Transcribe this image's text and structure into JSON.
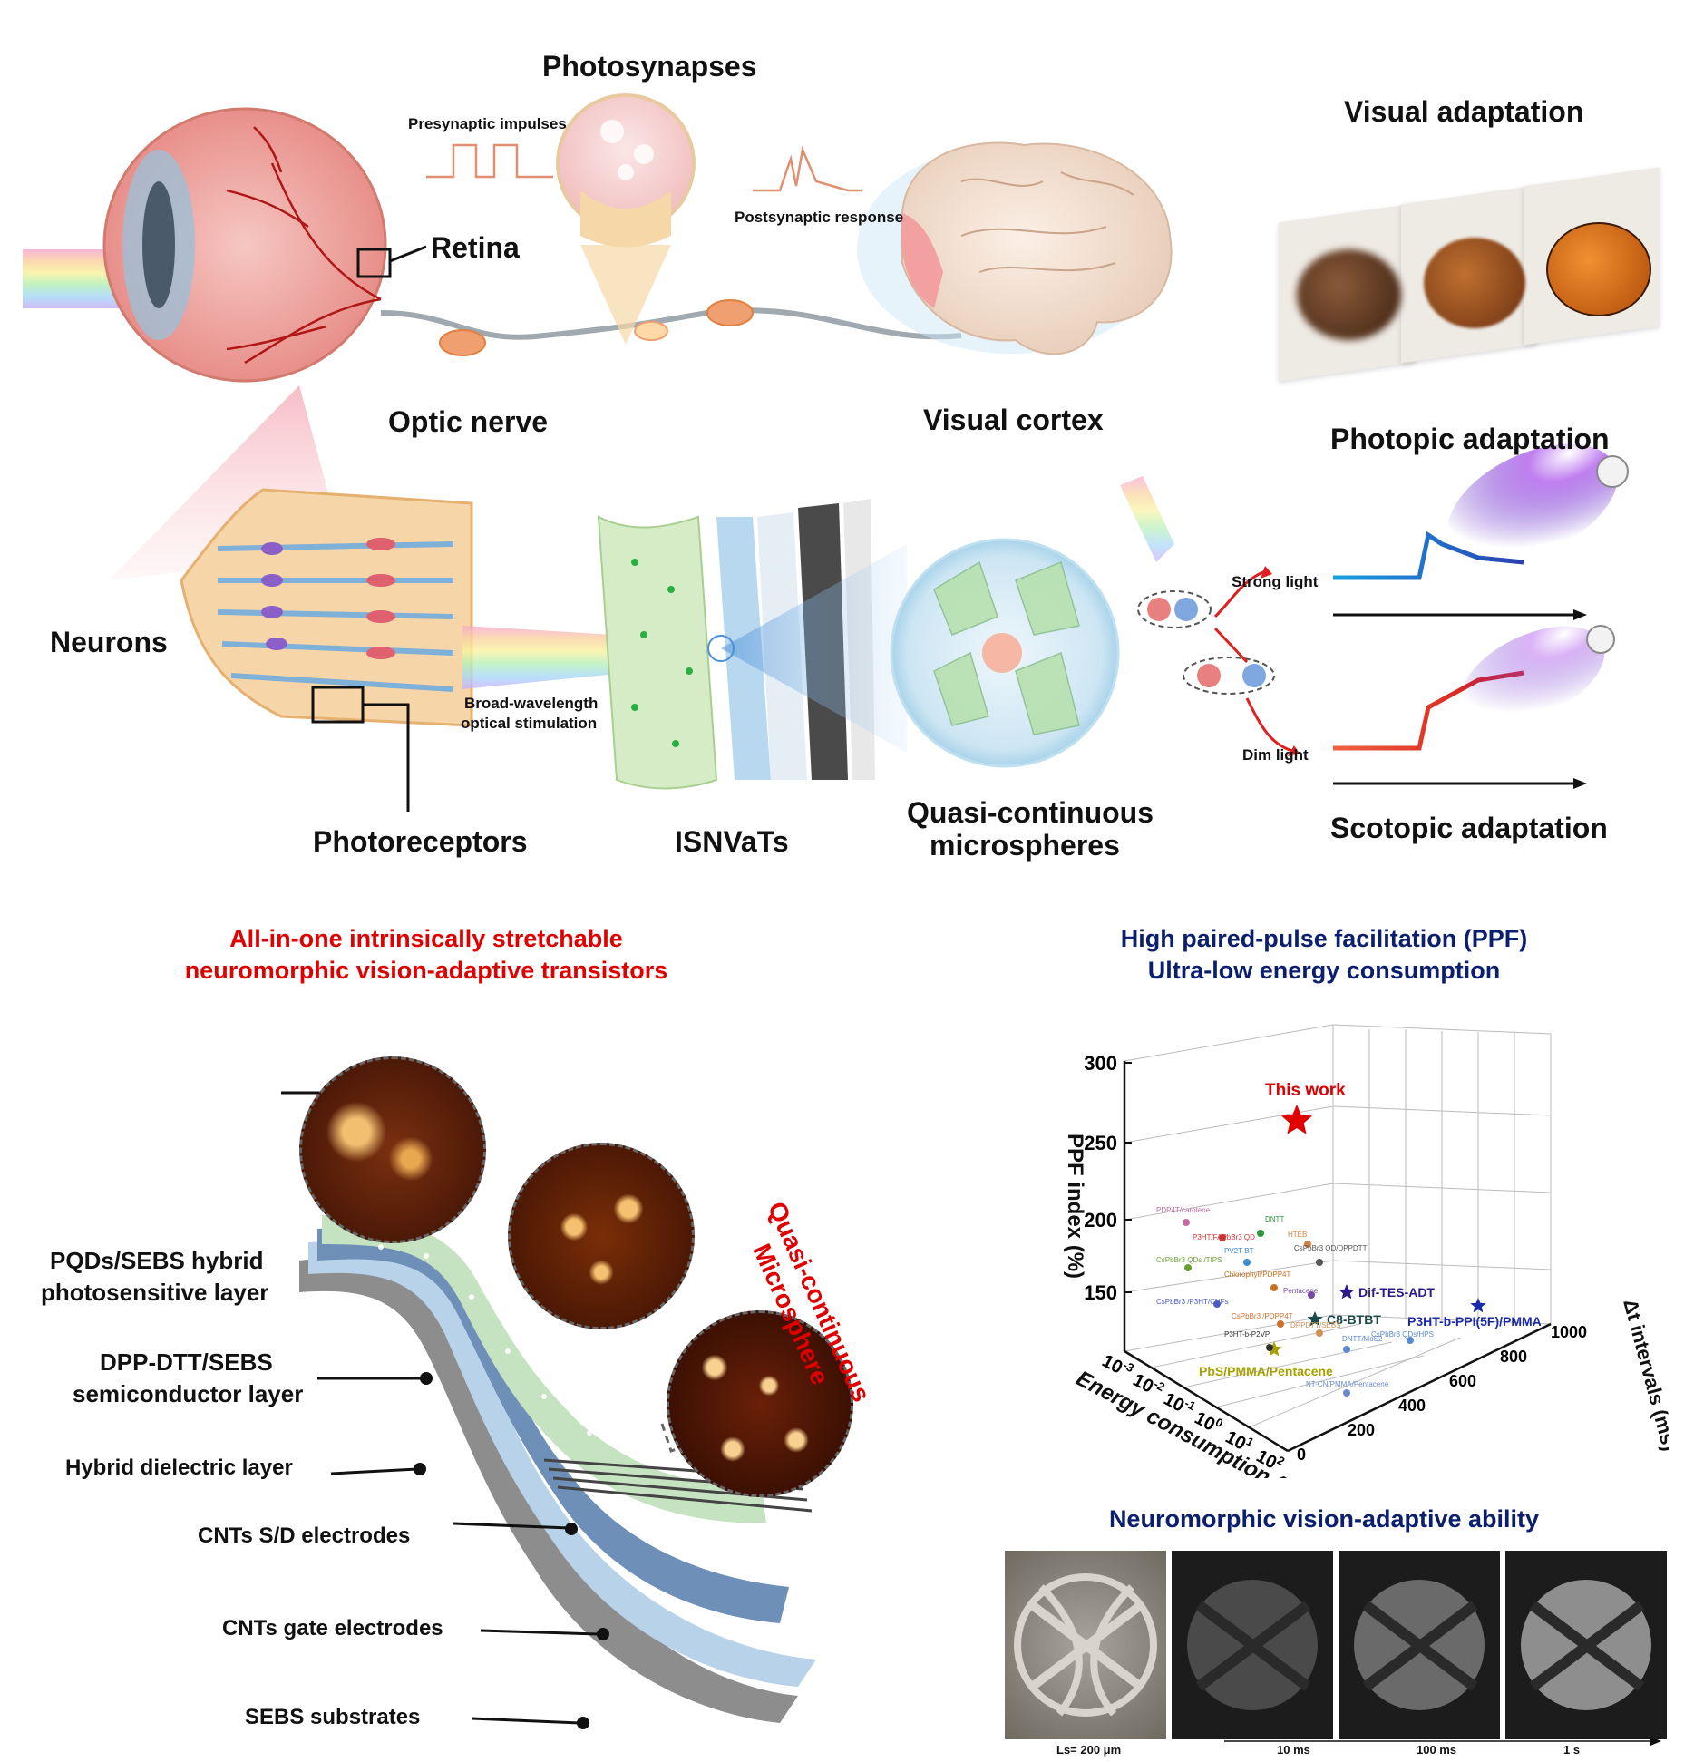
{
  "top": {
    "photosynapses": "Photosynapses",
    "presynaptic": "Presynaptic impulses",
    "postsynaptic": "Postsynaptic response",
    "retina": "Retina",
    "optic_nerve": "Optic nerve",
    "visual_cortex": "Visual cortex",
    "visual_adaptation": "Visual adaptation",
    "photopic": "Photopic adaptation",
    "scotopic": "Scotopic adaptation",
    "strong_light": "Strong light",
    "dim_light": "Dim light",
    "neurons": "Neurons",
    "photoreceptors": "Photoreceptors",
    "isnvats": "ISNVaTs",
    "broad_line1": "Broad-wavelength",
    "broad_line2": "optical stimulation",
    "quasi_line1": "Quasi-continuous",
    "quasi_line2": "microspheres"
  },
  "left_panel": {
    "title_line1": "All-in-one  intrinsically stretchable",
    "title_line2": "neuromorphic  vision-adaptive transistors",
    "quasi_vertical_line1": "Quasi-continuous",
    "quasi_vertical_line2": "Microsphere",
    "layers": [
      {
        "line1": "PQDs/SEBS hybrid",
        "line2": "photosensitive layer"
      },
      {
        "line1": "DPP-DTT/SEBS",
        "line2": "semiconductor layer"
      },
      {
        "line1": "Hybrid  dielectric layer",
        "line2": ""
      },
      {
        "line1": "CNTs S/D electrodes",
        "line2": ""
      },
      {
        "line1": "CNTs gate electrodes",
        "line2": ""
      },
      {
        "line1": "SEBS substrates",
        "line2": ""
      }
    ]
  },
  "right_panel": {
    "title_line1": "High paired-pulse facilitation (PPF)",
    "title_line2": "Ultra-low energy consumption",
    "vision_title": "Neuromorphic vision-adaptive ability",
    "scale": "Ls= 200 μm",
    "time_labels": [
      "10 ms",
      "100 ms",
      "1 s"
    ]
  },
  "chart_data": {
    "type": "scatter",
    "xlabel": "Energy consumption (fJ)",
    "ylabel": "PPF index (%)",
    "zlabel": "Δt intervals (ms)",
    "y_ticks": [
      "300",
      "250",
      "200",
      "150"
    ],
    "x_ticks": [
      "10-3",
      "10-2",
      "10-1",
      "100",
      "101",
      "102"
    ],
    "z_ticks": [
      "0",
      "200",
      "400",
      "600",
      "800",
      "1000"
    ],
    "highlight": {
      "name": "This work",
      "color": "#e00000"
    },
    "labeled_points": [
      {
        "name": "Dif-TES-ADT",
        "color": "#2a1a8c"
      },
      {
        "name": "C8-BTBT",
        "color": "#1a4a4a"
      },
      {
        "name": "P3HT-b-PPI(5F)/PMMA",
        "color": "#1a2aa8"
      },
      {
        "name": "PbS/PMMA/Pentacene",
        "color": "#a8a000"
      }
    ],
    "minor_points": [
      {
        "name": "PDP4T/carotene",
        "color": "#c86aa0"
      },
      {
        "name": "P3HT/FAPbBr3 QD",
        "color": "#cc3333"
      },
      {
        "name": "DNTT",
        "color": "#2a9a3a"
      },
      {
        "name": "HTEB",
        "color": "#d08040"
      },
      {
        "name": "CsPbBr3 QDs /TIPS",
        "color": "#6aa030"
      },
      {
        "name": "PV2T-BT",
        "color": "#3a8ad0"
      },
      {
        "name": "CsPbBr3 QD/DPPDTT",
        "color": "#555555"
      },
      {
        "name": "Chlorophyll/PDPP4T",
        "color": "#c87020"
      },
      {
        "name": "Pentacene",
        "color": "#7a4aa0"
      },
      {
        "name": "CsPbBr3 /P3HT/CNFs",
        "color": "#4a5ac0"
      },
      {
        "name": "CsPbBr3 /PDPP4T",
        "color": "#d07030"
      },
      {
        "name": "DPPDTT/SEBS",
        "color": "#d09050"
      },
      {
        "name": "P3HT-b-P2VP",
        "color": "#333333"
      },
      {
        "name": "DNTT/MoS2",
        "color": "#5a8ad0"
      },
      {
        "name": "CsPbBr3 QDs/HPS",
        "color": "#5a8ad0"
      },
      {
        "name": "NT-CN/PMMA/Pentacene",
        "color": "#6a8ad0"
      }
    ]
  },
  "colors": {
    "red": "#e00000",
    "navy": "#0c1f6e",
    "pink": "#f4a6a6",
    "green": "#bfe3b3",
    "blue": "#9fc3e8"
  }
}
